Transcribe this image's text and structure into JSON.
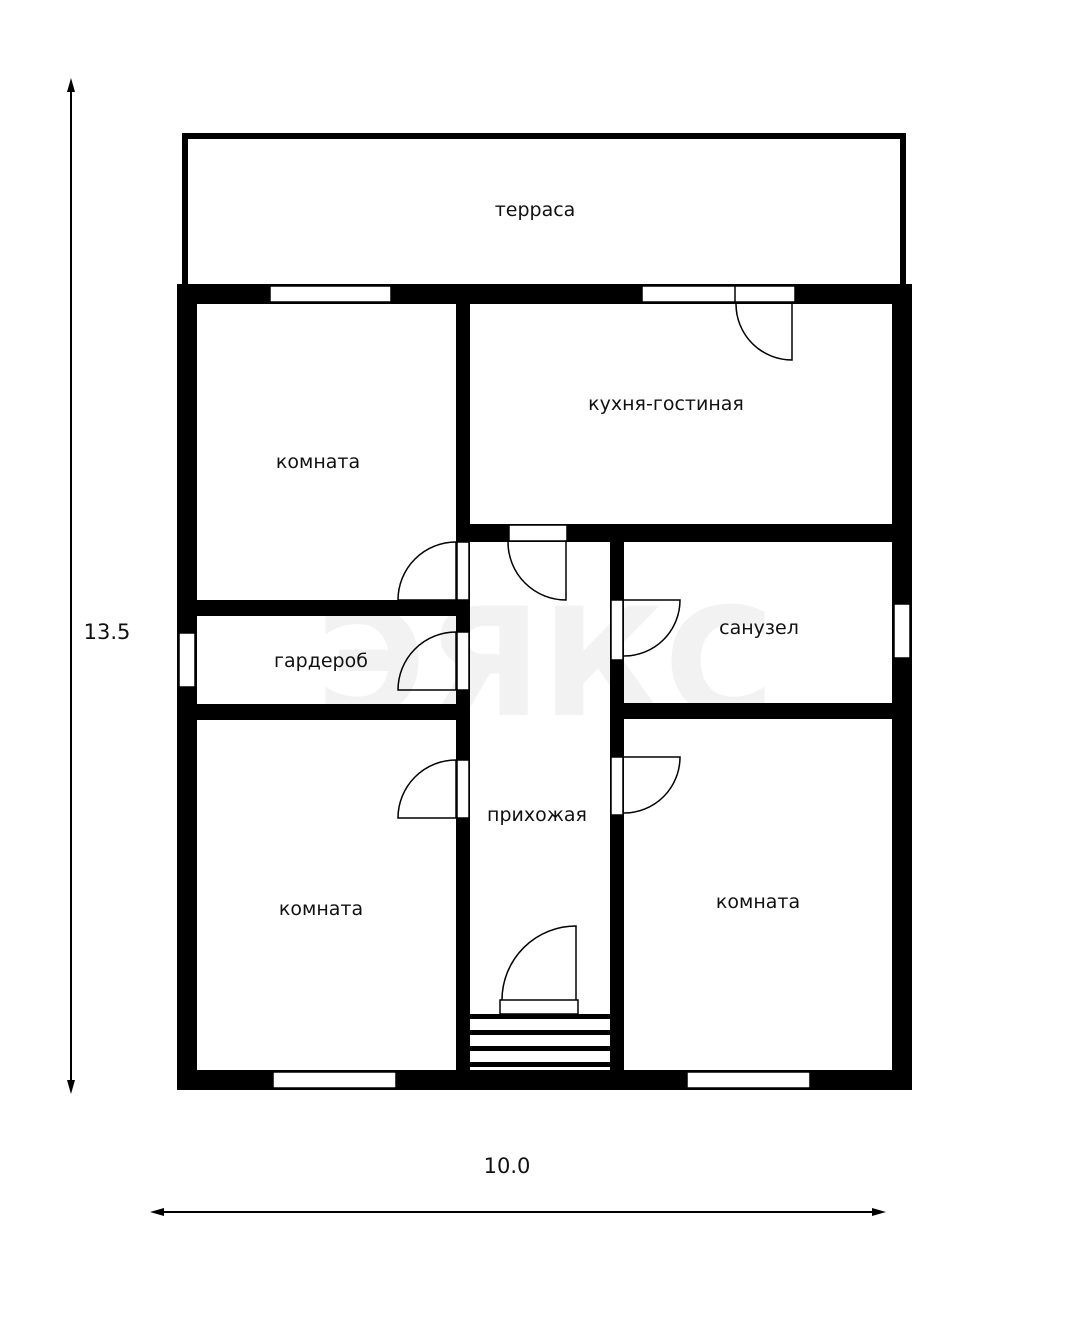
{
  "rooms": {
    "terrace": "терраса",
    "kitchen_living": "кухня-гостиная",
    "room_top_left": "комната",
    "wardrobe": "гардероб",
    "bathroom": "санузел",
    "hallway": "прихожая",
    "room_bottom_left": "комната",
    "room_bottom_right": "комната"
  },
  "dimensions": {
    "height": "13.5",
    "width": "10.0"
  },
  "watermark": "ЭЯКС",
  "colors": {
    "wall": "#000000",
    "background": "#ffffff",
    "watermark": "#f2f2f2"
  }
}
